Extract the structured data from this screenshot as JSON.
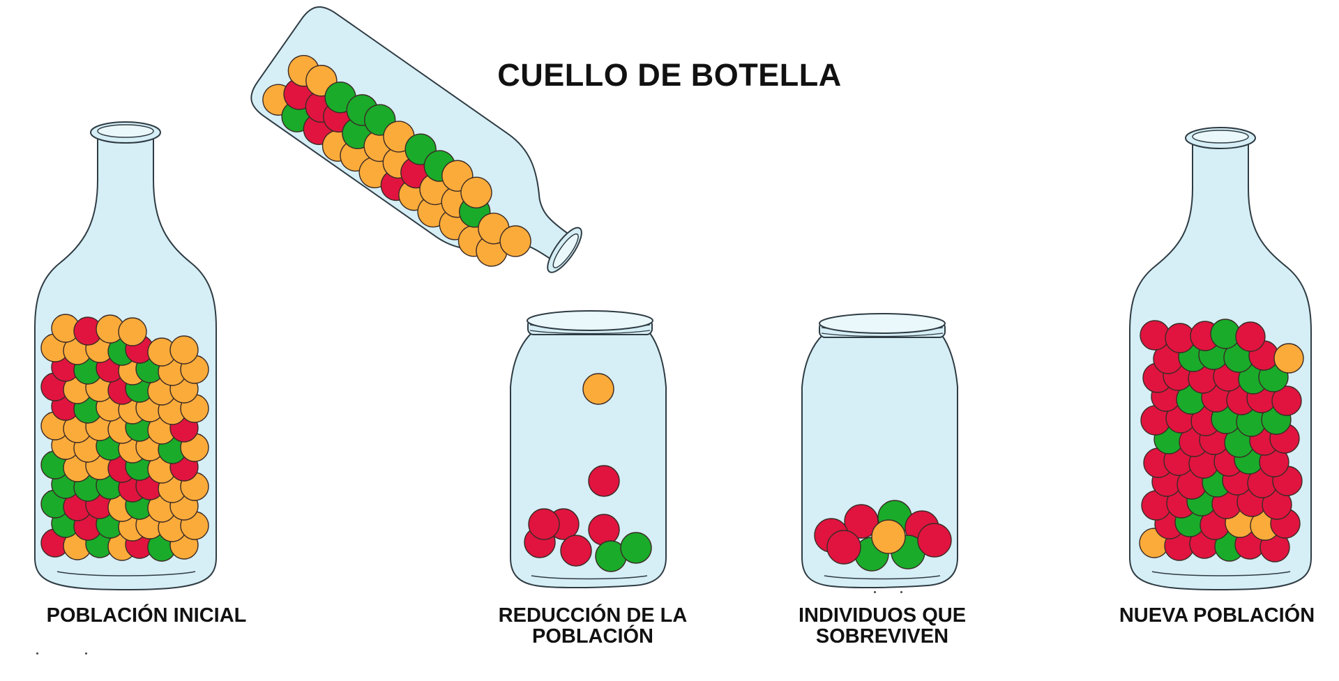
{
  "title": "CUELLO DE BOTELLA",
  "captions": {
    "initial": "POBLACIÓN INICIAL",
    "reduction_line1": "REDUCCIÓN DE LA",
    "reduction_line2": "POBLACIÓN",
    "survivors_line1": "INDIVIDUOS QUE",
    "survivors_line2": "SOBREVIVEN",
    "new": "NUEVA POBLACIÓN"
  },
  "colors": {
    "red": "#e0143f",
    "orange": "#fbab3a",
    "green": "#1aab2a",
    "glass_fill": "#d6eef5",
    "glass_stroke": "#2e3b43"
  },
  "containers": [
    {
      "name": "initial-bottle",
      "ball_counts": {
        "red": 17,
        "orange": 45,
        "green": 19
      }
    },
    {
      "name": "pouring-bottle",
      "ball_counts": {
        "red": 6,
        "orange": 20,
        "green": 8
      }
    },
    {
      "name": "reduction-jar",
      "ball_counts": {
        "red": 6,
        "orange": 1,
        "green": 2
      }
    },
    {
      "name": "survivors-jar",
      "ball_counts": {
        "red": 5,
        "orange": 1,
        "green": 3
      }
    },
    {
      "name": "new-bottle",
      "ball_counts": {
        "red": 44,
        "orange": 4,
        "green": 17
      }
    }
  ]
}
